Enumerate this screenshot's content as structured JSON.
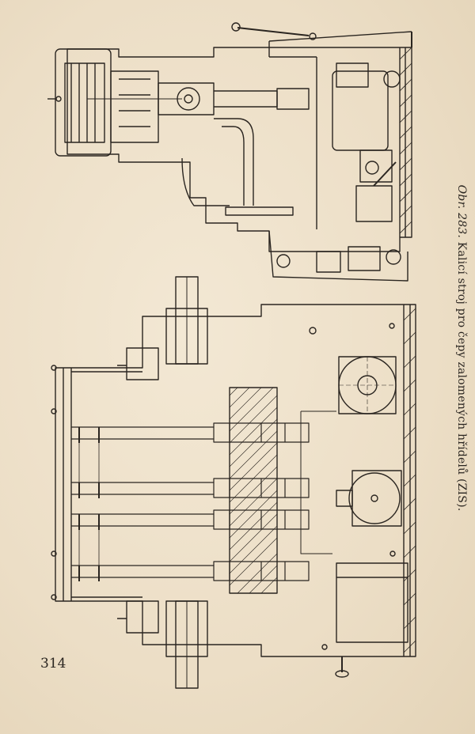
{
  "page": {
    "number": "314",
    "caption": {
      "label": "Obr. 283.",
      "text": "Kalicí stroj pro čepy zalomených hřídelů (ZIS)."
    }
  },
  "figure": {
    "type": "technical-line-drawing",
    "views": [
      "upper-cross-section",
      "lower-front-elevation"
    ]
  },
  "colors": {
    "paper": "#efe2cc",
    "ink": "#2a2520"
  }
}
